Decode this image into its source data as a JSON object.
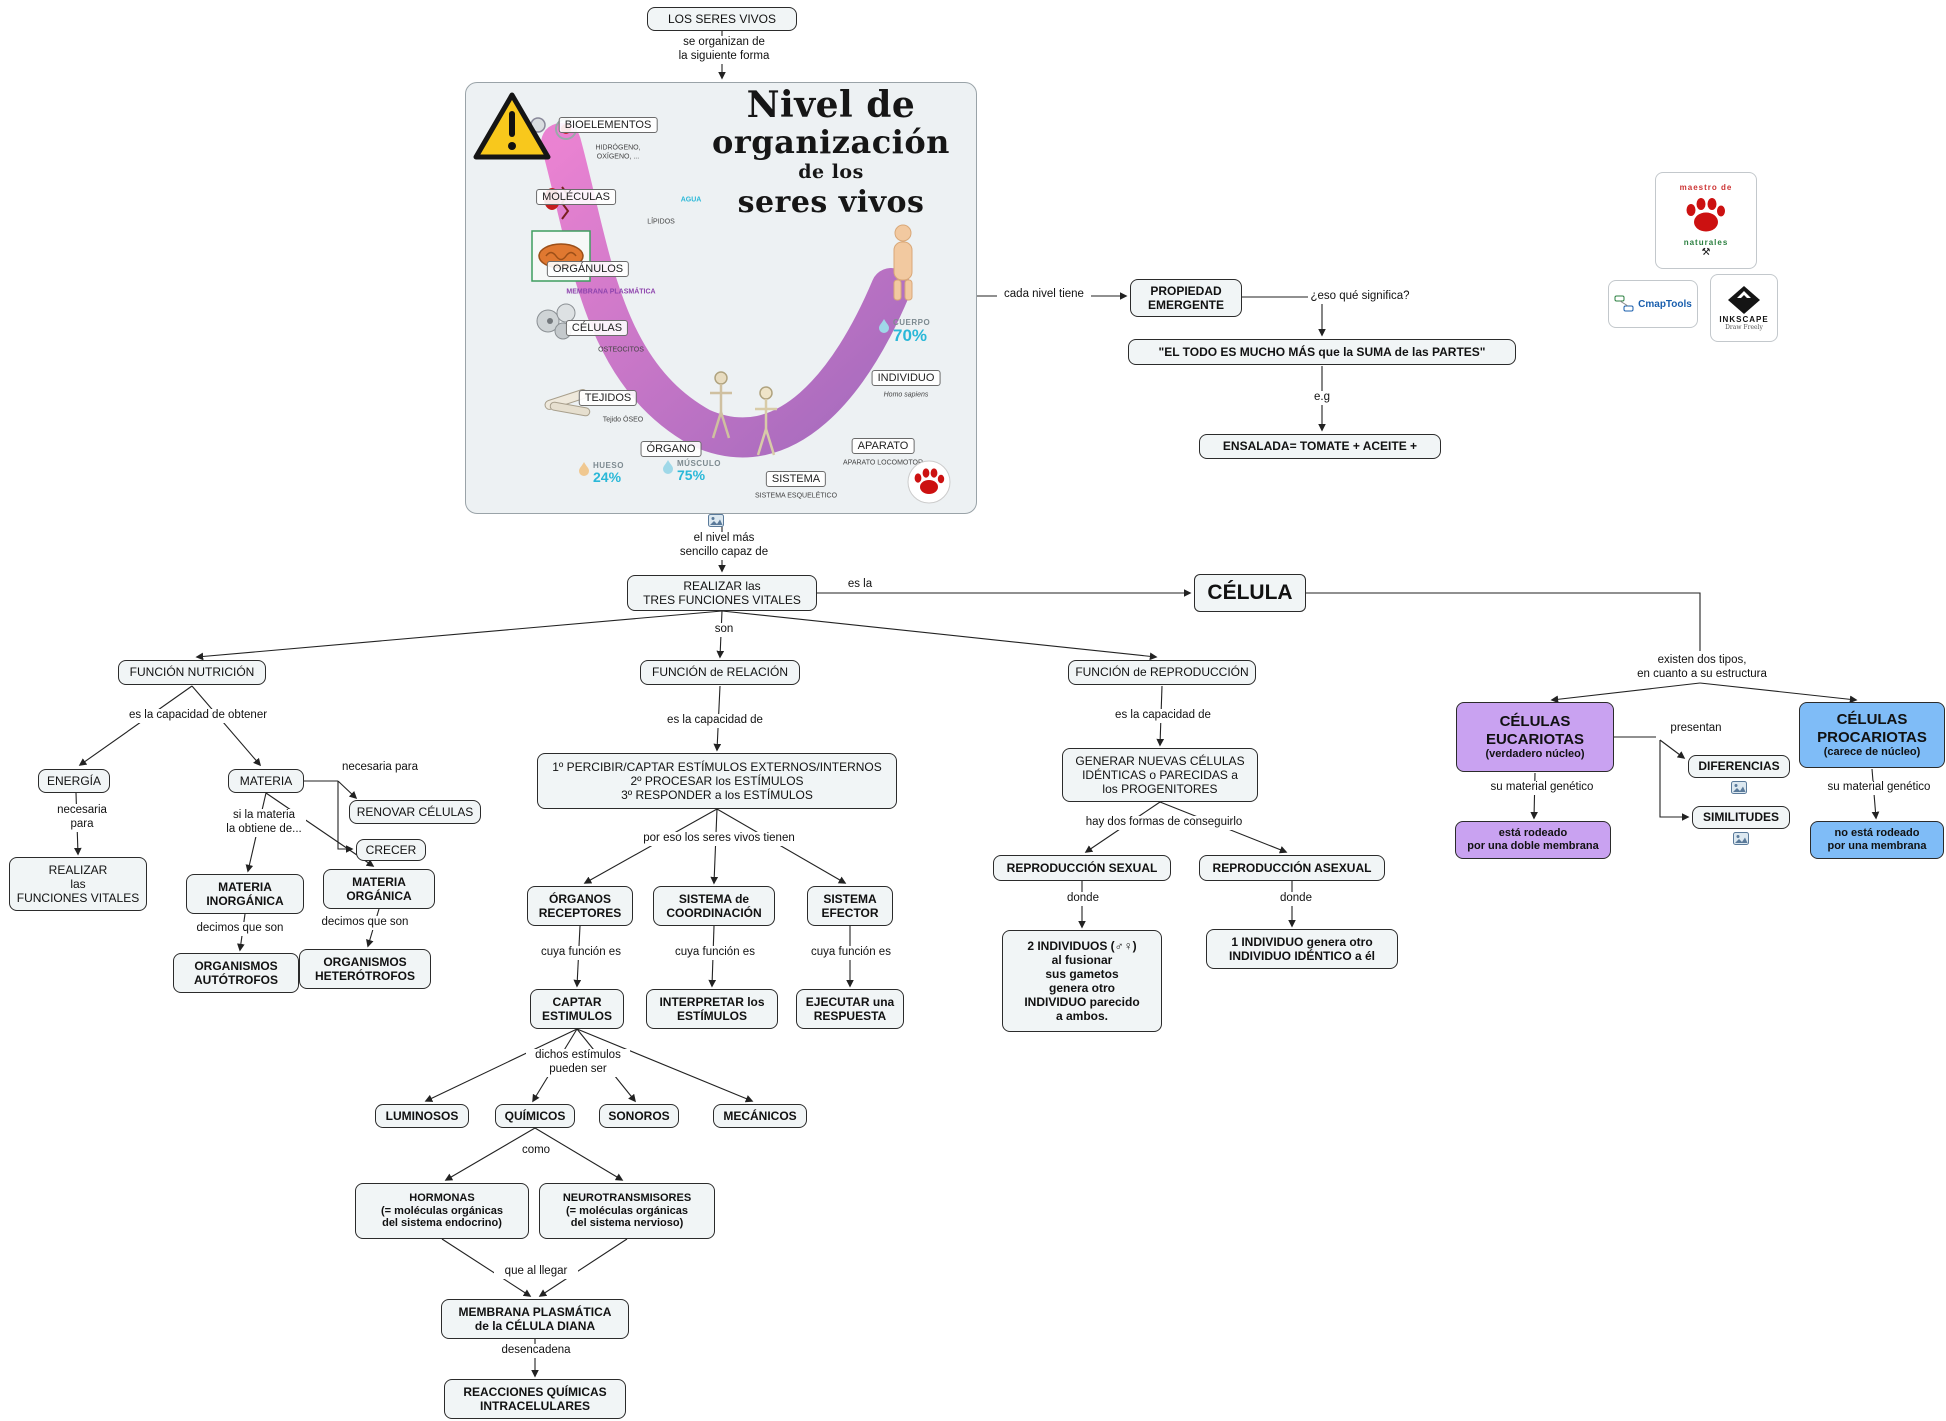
{
  "nodes": {
    "seres_vivos": "LOS SERES VIVOS",
    "realizar_tres": "REALIZAR las\nTRES FUNCIONES VITALES",
    "celula": "CÉLULA",
    "funcion_nutricion": "FUNCIÓN NUTRICIÓN",
    "funcion_relacion": "FUNCIÓN de RELACIÓN",
    "funcion_reproduccion": "FUNCIÓN de REPRODUCCIÓN",
    "energia": "ENERGÍA",
    "materia": "MATERIA",
    "realizar_funciones": "REALIZAR\nlas\nFUNCIONES VITALES",
    "renovar_celulas": "RENOVAR CÉLULAS",
    "crecer": "CRECER",
    "materia_inorganica": "MATERIA\nINORGÁNICA",
    "materia_organica": "MATERIA\nORGÁNICA",
    "autotrofos": "ORGANISMOS\nAUTÓTROFOS",
    "heterotrofos": "ORGANISMOS\nHETERÓTROFOS",
    "percibir": "1º PERCIBIR/CAPTAR ESTÍMULOS EXTERNOS/INTERNOS\n2º PROCESAR los ESTÍMULOS\n3º RESPONDER a los ESTÍMULOS",
    "organos_receptores": "ÓRGANOS\nRECEPTORES",
    "sistema_coordinacion": "SISTEMA de\nCOORDINACIÓN",
    "sistema_efector": "SISTEMA\nEFECTOR",
    "captar_estimulos": "CAPTAR\nESTIMULOS",
    "interpretar_estimulos": "INTERPRETAR los\nESTÍMULOS",
    "ejecutar_respuesta": "EJECUTAR una\nRESPUESTA",
    "luminosos": "LUMINOSOS",
    "quimicos": "QUÍMICOS",
    "sonoros": "SONOROS",
    "mecanicos": "MECÁNICOS",
    "hormonas": "HORMONAS\n(= moléculas orgánicas\ndel sistema endocrino)",
    "neurotransmisores": "NEUROTRANSMISORES\n(= moléculas orgánicas\ndel sistema nervioso)",
    "membrana_plasmatica": "MEMBRANA PLASMÁTICA\nde la CÉLULA DIANA",
    "reacciones_quimicas": "REACCIONES QUÍMICAS\nINTRACELULARES",
    "generar_celulas": "GENERAR NUEVAS CÉLULAS\nIDÉNTICAS o PARECIDAS a\nlos PROGENITORES",
    "reproduccion_sexual": "REPRODUCCIÓN SEXUAL",
    "reproduccion_asexual": "REPRODUCCIÓN ASEXUAL",
    "dos_individuos": "2 INDIVIDUOS (♂♀)\nal fusionar\nsus gametos\ngenera otro\nINDIVIDUO parecido\na ambos.",
    "un_individuo": "1 INDIVIDUO genera otro\nINDIVIDUO IDÉNTICO a él",
    "propiedad_emergente": "PROPIEDAD\nEMERGENTE",
    "todo_suma": "\"EL TODO ES MUCHO MÁS que la SUMA de las PARTES\"",
    "ensalada": "ENSALADA= TOMATE + ACEITE +",
    "eucariotas_title": "CÉLULAS\nEUCARIOTAS",
    "eucariotas_sub": "(verdadero núcleo)",
    "procariotas_title": "CÉLULAS\nPROCARIOTAS",
    "procariotas_sub": "(carece de núcleo)",
    "diferencias": "DIFERENCIAS",
    "similitudes": "SIMILITUDES",
    "doble_membrana": "está rodeado\npor una doble membrana",
    "sin_membrana": "no está rodeado\npor una membrana"
  },
  "labels": {
    "se_organizan": "se organizan de\nla siguiente forma",
    "nivel_sencillo": "el nivel más\nsencillo capaz de",
    "es_la": "es la",
    "son": "son",
    "cada_nivel": "cada nivel tiene",
    "eso_que": "¿eso qué significa?",
    "eg": "e.g",
    "capacidad_obtener": "es la capacidad de obtener",
    "necesaria_para_1": "necesaria\npara",
    "necesaria_para_2": "necesaria para",
    "si_materia": "si la materia\nla obtiene de...",
    "decimos_1": "decimos que son",
    "decimos_2": "decimos que son",
    "capacidad_de_1": "es la capacidad de",
    "por_eso": "por eso los seres vivos tienen",
    "cuya_1": "cuya función es",
    "cuya_2": "cuya función es",
    "cuya_3": "cuya función es",
    "dichos": "dichos estímulos\npueden ser",
    "como": "como",
    "que_al_llegar": "que al llegar",
    "desencadena": "desencadena",
    "capacidad_de_2": "es la capacidad de",
    "dos_formas": "hay dos formas de conseguirlo",
    "donde_1": "donde",
    "donde_2": "donde",
    "existen_tipos": "existen dos tipos,\nen cuanto a su estructura",
    "presentan": "presentan",
    "material_1": "su material genético",
    "material_2": "su material genético"
  },
  "infographic": {
    "title_line1": "Nivel de",
    "title_line2": "organización",
    "title_line3": "de los",
    "title_line4": "seres vivos",
    "levels": {
      "bioelementos": "BIOELEMENTOS",
      "moleculas": "MOLÉCULAS",
      "organulos": "ORGÁNULOS",
      "celulas": "CÉLULAS",
      "tejidos": "TEJIDOS",
      "organo": "ÓRGANO",
      "sistema": "SISTEMA",
      "aparato": "APARATO",
      "individuo": "INDIVIDUO"
    },
    "captions": {
      "bioelementos": "HIDRÓGENO,\nOXÍGENO, ...",
      "agua": "AGUA",
      "lipidos": "LÍPIDOS",
      "membrana_plasmatica": "MEMBRANA PLASMÁTICA",
      "osteocitos": "OSTEOCITOS",
      "tejido_oseo": "Tejido ÓSEO",
      "sistema_esqueletico": "SISTEMA ESQUELÉTICO",
      "aparato_locomotor": "APARATO LOCOMOTOR",
      "homo_sapiens": "Homo sapiens"
    },
    "stats": {
      "cuerpo_label": "CUERPO",
      "cuerpo_value": "70%",
      "hueso_label": "HUESO",
      "hueso_value": "24%",
      "musculo_label": "MÚSCULO",
      "musculo_value": "75%"
    }
  },
  "logos": {
    "maestro_top": "maestro de",
    "maestro_bottom": "naturales",
    "cmaptools": "CmapTools",
    "inkscape": "INKSCAPE",
    "inkscape_sub": "Draw Freely"
  },
  "icons": {
    "hammer_pick": "⚒"
  },
  "colors": {
    "eucariotas_purple": "#c9a2f1",
    "procariotas_blue": "#7fbcf7",
    "accent_cyan": "#2ab8d8",
    "warning_yellow": "#f8c81c",
    "swoosh_purple": "#8e44ad",
    "paw_red": "#cc1111"
  }
}
